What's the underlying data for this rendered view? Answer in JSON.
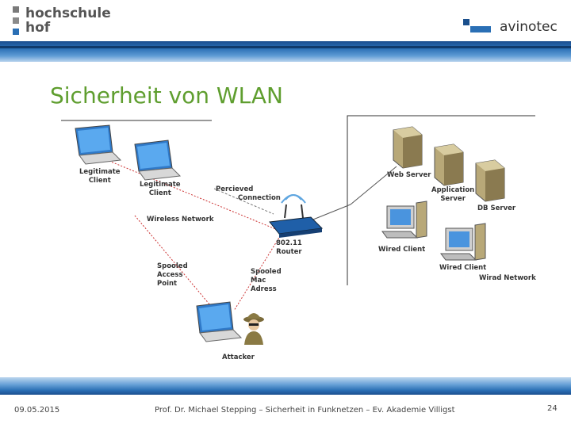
{
  "header": {
    "logo_left_line1": "hochschule",
    "logo_left_line2": "hof",
    "logo_right": "avinotec"
  },
  "slide": {
    "title": "Sicherheit von WLAN"
  },
  "diagram": {
    "labels": {
      "legitimate_client_1_a": "Legitimate",
      "legitimate_client_1_b": "Client",
      "legitimate_client_2_a": "Legitimate",
      "legitimate_client_2_b": "Client",
      "perceived_connection_a": "Percieved",
      "perceived_connection_b": "Connection",
      "wireless_network": "Wireless Network",
      "router_a": "802.11",
      "router_b": "Router",
      "spoofed_ap_a": "Spooled",
      "spoofed_ap_b": "Access",
      "spoofed_ap_c": "Point",
      "spoofed_mac_a": "Spooled",
      "spoofed_mac_b": "Mac",
      "spoofed_mac_c": "Adress",
      "attacker": "Attacker",
      "web_server": "Web Server",
      "app_server_a": "Application",
      "app_server_b": "Server",
      "db_server": "DB Server",
      "wired_client_1": "Wired Client",
      "wired_client_2": "Wired Client",
      "wired_network": "Wirad Network"
    }
  },
  "footer": {
    "date": "09.05.2015",
    "center": "Prof. Dr. Michael Stepping – Sicherheit in Funknetzen – Ev. Akademie Villigst",
    "page": "24"
  }
}
